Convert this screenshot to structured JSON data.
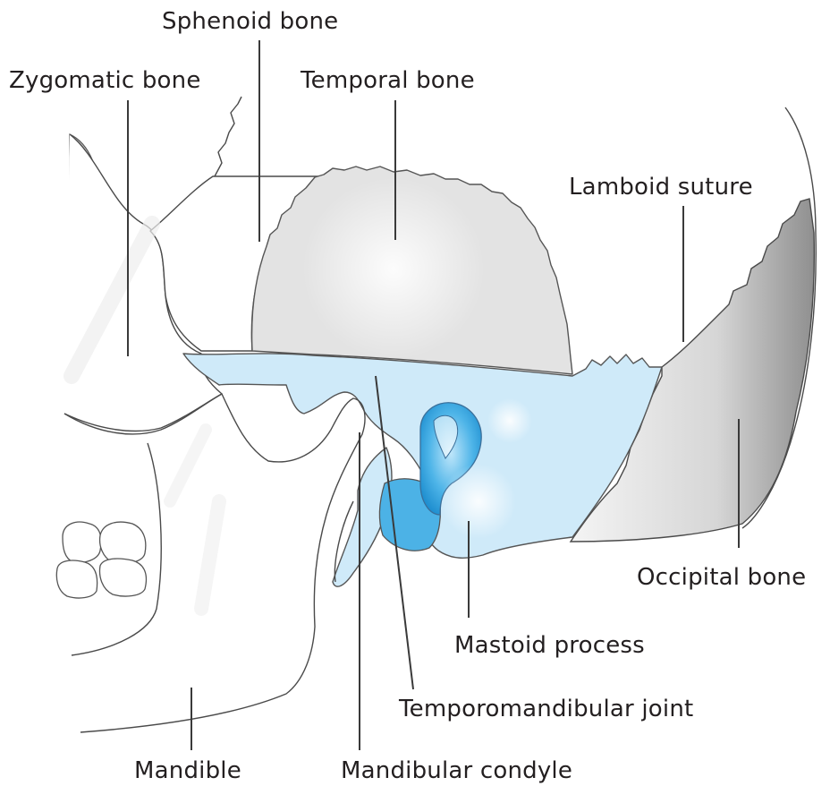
{
  "labels": {
    "sphenoid": "Sphenoid bone",
    "zygomatic": "Zygomatic bone",
    "temporal": "Temporal bone",
    "lamboid": "Lamboid suture",
    "occipital": "Occipital bone",
    "mastoid": "Mastoid process",
    "tmj": "Temporomandibular joint",
    "mandible": "Mandible",
    "condyle": "Mandibular condyle"
  },
  "colors": {
    "temporal_fill": "#e3e3e3",
    "blue_region": "#cfeaf9",
    "ear_blue": "#3fa9e0",
    "outline": "#4a4a4a"
  }
}
